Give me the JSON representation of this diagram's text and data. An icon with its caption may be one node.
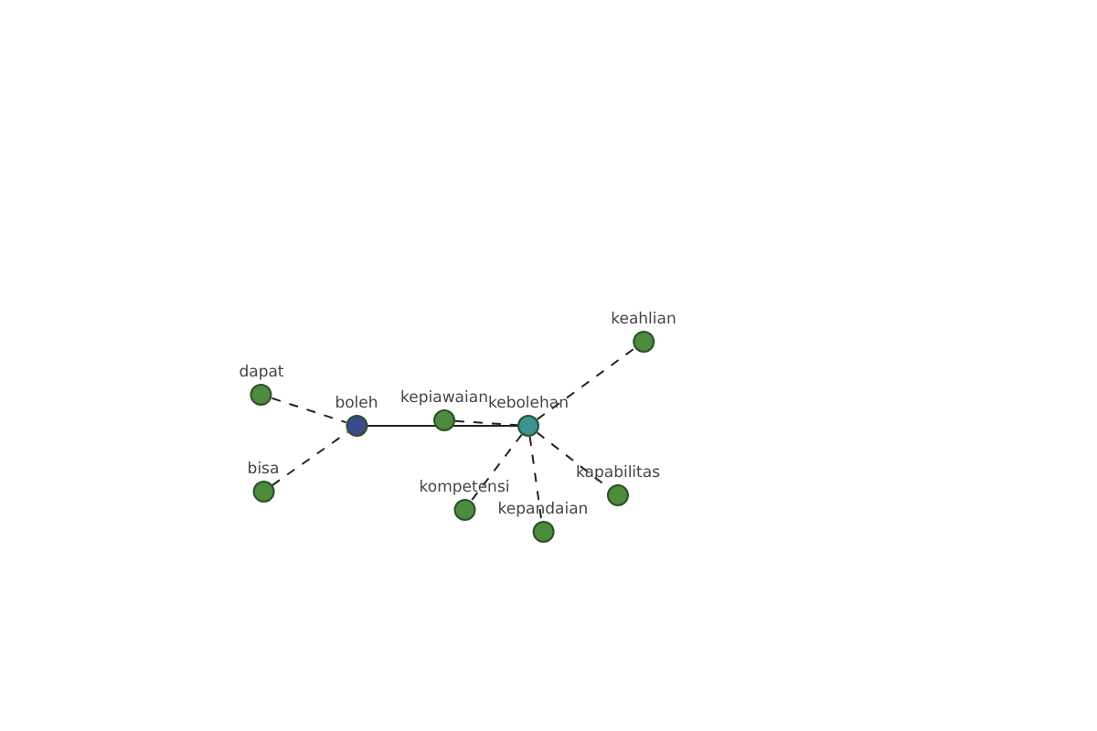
{
  "diagram": {
    "nodes": [
      {
        "text": [
          "dapat"
        ]
      },
      {
        "text": [
          "bisa"
        ]
      },
      {
        "text": [
          "boleh"
        ]
      },
      {
        "text": [
          "kepiawaian"
        ]
      },
      {
        "text": [
          "kebolehan"
        ]
      },
      {
        "text": [
          "keahlian"
        ]
      },
      {
        "text": [
          "kompetensi"
        ]
      },
      {
        "text": [
          "kepandaian"
        ]
      },
      {
        "text": [
          "kapabilitas"
        ]
      }
    ],
    "edges": [
      {
        "from": 0,
        "to": 2,
        "arrow": "none",
        "style": "dashed"
      },
      {
        "from": 1,
        "to": 2,
        "arrow": "none",
        "style": "dashed"
      },
      {
        "from": 2,
        "to": 4,
        "arrow": "none"
      },
      {
        "from": 3,
        "to": 4,
        "arrow": "none",
        "style": "dashed"
      },
      {
        "from": 4,
        "to": 5,
        "arrow": "none",
        "style": "dashed"
      },
      {
        "from": 4,
        "to": 6,
        "arrow": "none",
        "style": "dashed"
      },
      {
        "from": 4,
        "to": 7,
        "arrow": "none",
        "style": "dashed"
      },
      {
        "from": 4,
        "to": 8,
        "arrow": "none",
        "style": "dashed"
      }
    ]
  }
}
